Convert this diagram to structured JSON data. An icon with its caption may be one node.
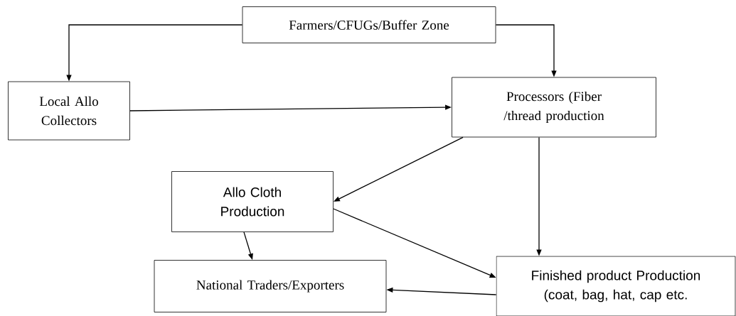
{
  "diagram": {
    "nodes": [
      {
        "text": [
          "Farmers/CFUGs/Buffer Zone"
        ]
      },
      {
        "text": [
          "Local Allo Collectors"
        ]
      },
      {
        "text": [
          "Processors (Fiber /thread production"
        ]
      },
      {
        "text": [
          "Allo Cloth Production"
        ]
      },
      {
        "text": [
          "National Traders/Exporters"
        ]
      },
      {
        "text": [
          "Finished product Production (coat, bag, hat, cap etc."
        ]
      }
    ],
    "edges": [
      {
        "from": 0,
        "to": 1,
        "arrow": "to"
      },
      {
        "from": 0,
        "to": 2,
        "arrow": "to"
      },
      {
        "from": 1,
        "to": 2,
        "arrow": "to"
      },
      {
        "from": 2,
        "to": 3,
        "arrow": "to"
      },
      {
        "from": 2,
        "to": 5,
        "arrow": "to"
      },
      {
        "from": 3,
        "to": 5,
        "arrow": "to"
      },
      {
        "from": 3,
        "to": 4,
        "arrow": "to"
      },
      {
        "from": 5,
        "to": 4,
        "arrow": "to"
      }
    ]
  }
}
